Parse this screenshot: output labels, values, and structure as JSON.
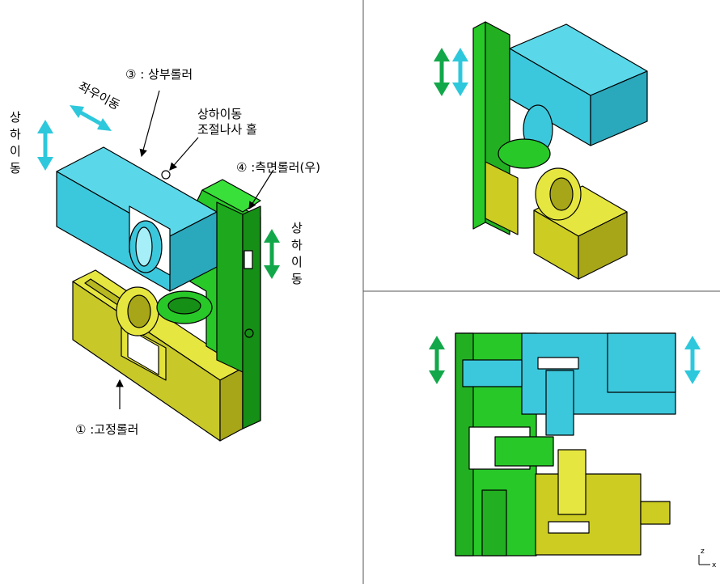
{
  "labels": {
    "upper_roller": "③ : 상부롤러",
    "lr_move": "좌우이동",
    "adjust_screw_line1": "상하이동",
    "adjust_screw_line2": "조절나사 홀",
    "side_roller_right": "④ :측면롤러(우)",
    "fixed_roller": "① :고정롤러",
    "updown_left": [
      "상",
      "하",
      "이",
      "동"
    ],
    "updown_right": [
      "상",
      "하",
      "이",
      "동"
    ]
  },
  "axis_indicator": {
    "z": "z",
    "x": "x"
  },
  "colors": {
    "cyan": "#3cc8dc",
    "green": "#22c222",
    "yellow": "#cccc22",
    "arrow_cyan": "#2ec8dc",
    "arrow_green": "#12a84a"
  }
}
